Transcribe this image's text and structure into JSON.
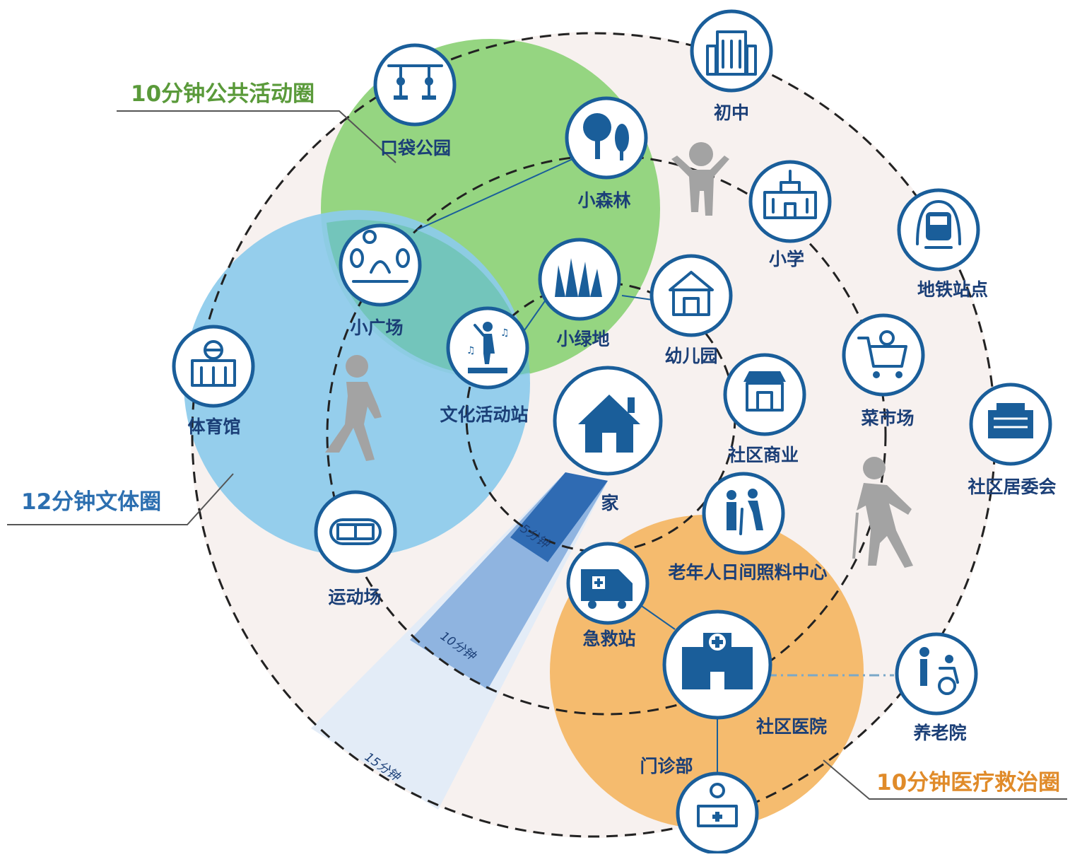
{
  "callouts": {
    "public_circle": "10分钟公共活动圈",
    "culture_sports_circle": "12分钟文体圈",
    "medical_circle": "10分钟医疗救治圈"
  },
  "rings": {
    "five_min": "5分钟",
    "ten_min": "10分钟",
    "fifteen_min": "15分钟"
  },
  "nodes": {
    "home": "家",
    "pocket_park": "口袋公园",
    "small_forest": "小森林",
    "small_square": "小广场",
    "small_green": "小绿地",
    "culture_station": "文化活动站",
    "gym": "体育馆",
    "stadium": "运动场",
    "junior_high": "初中",
    "primary_school": "小学",
    "kindergarten": "幼儿园",
    "community_commerce": "社区商业",
    "metro": "地铁站点",
    "market": "菜市场",
    "committee": "社区居委会",
    "elderly_center": "老年人日间照料中心",
    "first_aid": "急救站",
    "community_hospital": "社区医院",
    "outpatient": "门诊部",
    "nursing_home": "养老院"
  },
  "colors": {
    "green_zone": "#8fd37a",
    "blue_zone": "#8ccbeb",
    "orange_zone": "#f4b764",
    "outer_fill": "#f7f1ef",
    "node_blue": "#1a5e9a",
    "label_navy": "#1b3f77",
    "callout_green": "#5a9a3a",
    "callout_blue": "#2c6fb0",
    "callout_orange": "#e08b2a"
  }
}
